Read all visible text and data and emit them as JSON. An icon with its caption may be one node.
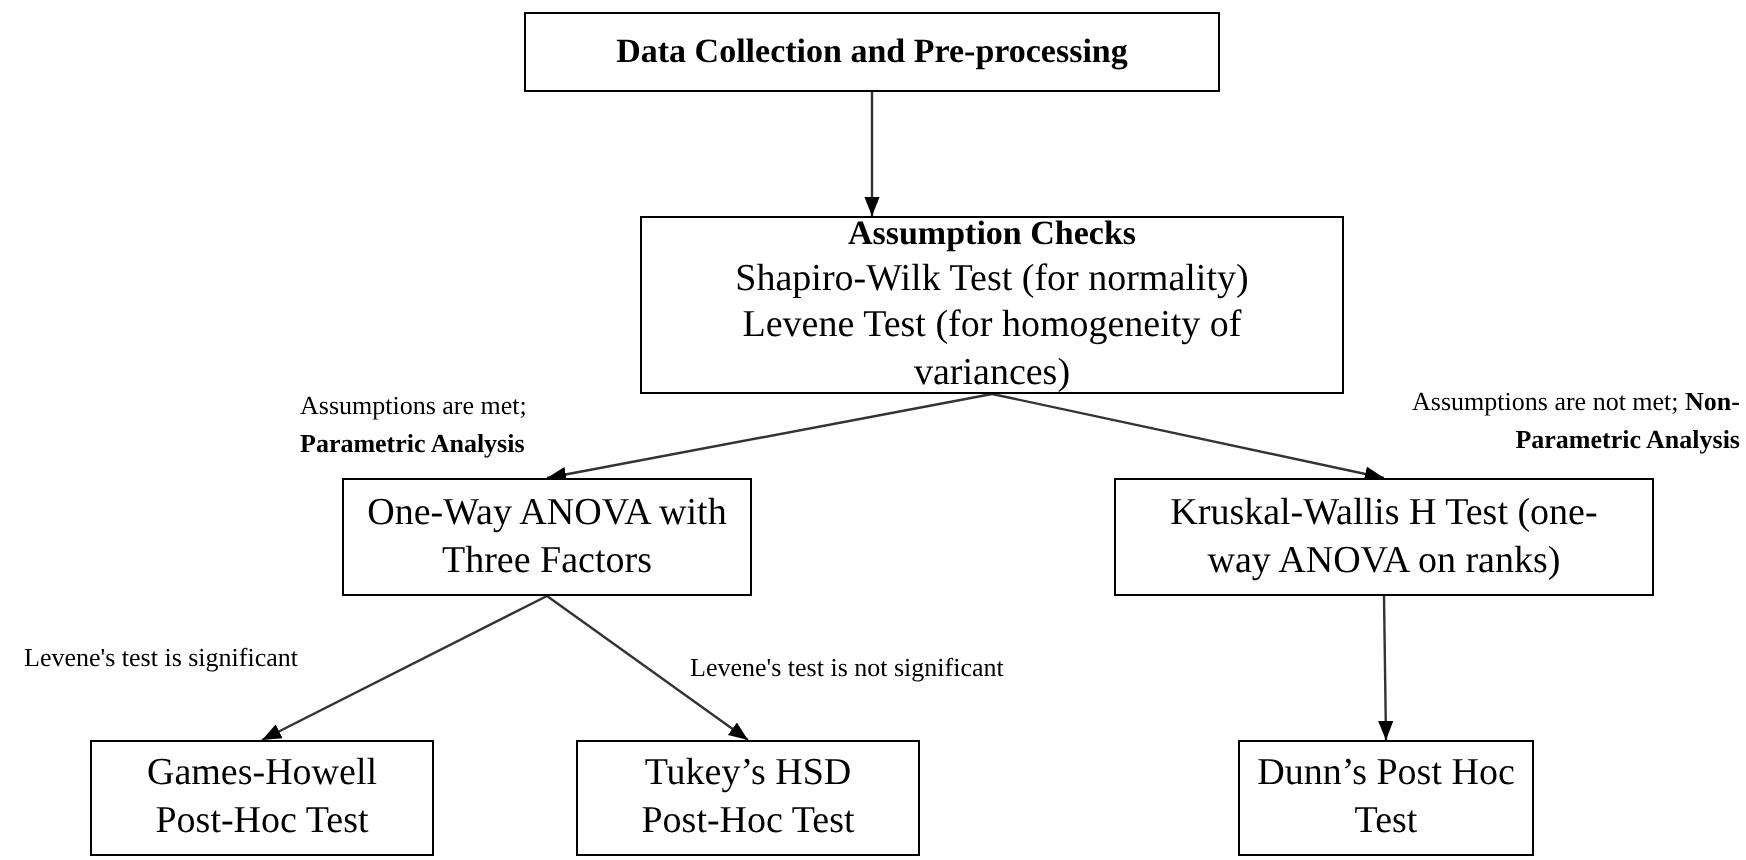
{
  "diagram": {
    "nodes": [
      {
        "text": [
          "Data Collection and Pre-processing"
        ]
      },
      {
        "text": [
          "Assumption Checks",
          "Shapiro-Wilk Test (for normality)",
          "Levene Test (for homogeneity of variances)"
        ]
      },
      {
        "text": [
          "One-Way ANOVA with Three Factors"
        ]
      },
      {
        "text": [
          "Kruskal-Wallis H Test (one-way ANOVA on ranks)"
        ]
      },
      {
        "text": [
          "Games-Howell Post-Hoc Test"
        ]
      },
      {
        "text": [
          "Tukey’s HSD Post-Hoc Test"
        ]
      },
      {
        "text": [
          "Dunn’s Post Hoc Test"
        ]
      }
    ],
    "edges": [
      {
        "from": 0,
        "to": 1,
        "arrow": "to"
      },
      {
        "from": 1,
        "to": 2,
        "arrow": "to",
        "label": "Assumptions are met; **Parametric Analysis**"
      },
      {
        "from": 1,
        "to": 3,
        "arrow": "to",
        "label": "Assumptions are not met; **Non-Parametric Analysis**"
      },
      {
        "from": 2,
        "to": 4,
        "arrow": "to",
        "label": "Levene's test is significant"
      },
      {
        "from": 2,
        "to": 5,
        "arrow": "to",
        "label": "Levene's test is not significant"
      },
      {
        "from": 3,
        "to": 6,
        "arrow": "to"
      }
    ]
  }
}
